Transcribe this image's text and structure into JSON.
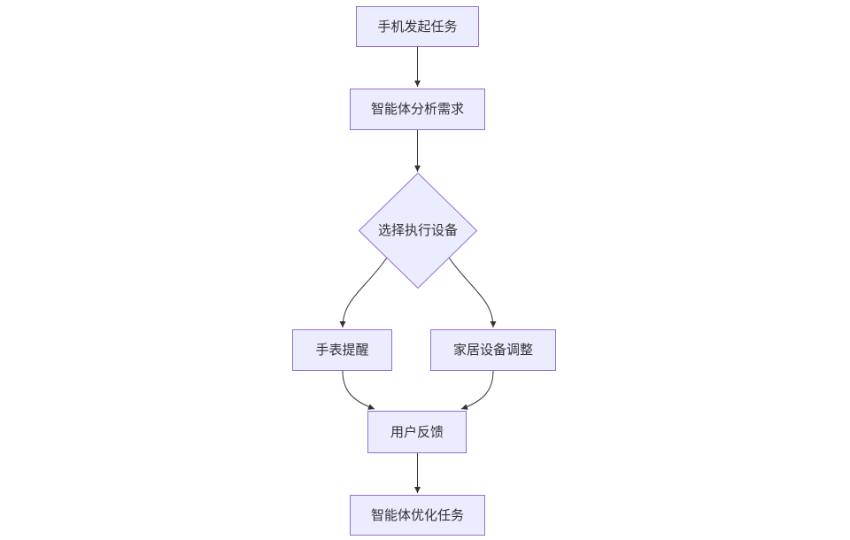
{
  "diagram": {
    "type": "flowchart",
    "direction": "top-down",
    "nodes": [
      {
        "id": "A",
        "label": "手机发起任务",
        "shape": "rect"
      },
      {
        "id": "B",
        "label": "智能体分析需求",
        "shape": "rect"
      },
      {
        "id": "C",
        "label": "选择执行设备",
        "shape": "diamond"
      },
      {
        "id": "D",
        "label": "手表提醒",
        "shape": "rect"
      },
      {
        "id": "E",
        "label": "家居设备调整",
        "shape": "rect"
      },
      {
        "id": "F",
        "label": "用户反馈",
        "shape": "rect"
      },
      {
        "id": "G",
        "label": "智能体优化任务",
        "shape": "rect"
      }
    ],
    "edges": [
      {
        "from": "A",
        "to": "B",
        "label": ""
      },
      {
        "from": "B",
        "to": "C",
        "label": ""
      },
      {
        "from": "C",
        "to": "D",
        "label": ""
      },
      {
        "from": "C",
        "to": "E",
        "label": ""
      },
      {
        "from": "D",
        "to": "F",
        "label": ""
      },
      {
        "from": "E",
        "to": "F",
        "label": ""
      },
      {
        "from": "F",
        "to": "G",
        "label": ""
      }
    ],
    "colors": {
      "node_fill": "#ECECFF",
      "node_border": "#9370DB",
      "edge": "#333333",
      "text": "#333333",
      "background": "#FFFFFF"
    }
  }
}
